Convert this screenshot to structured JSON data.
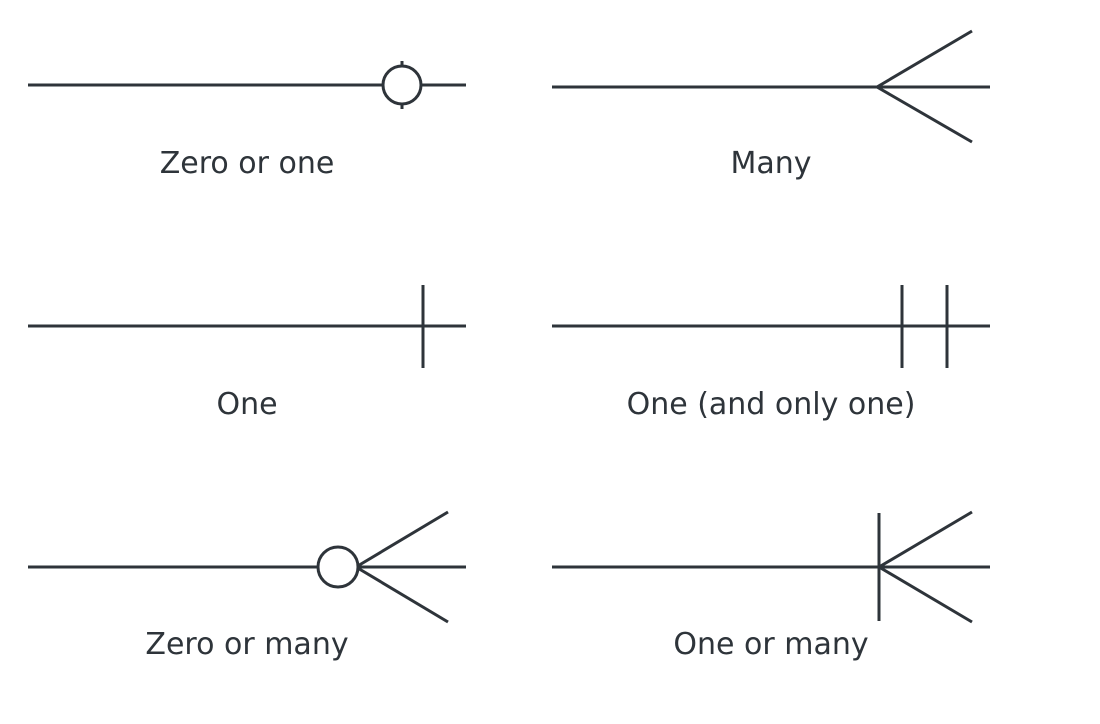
{
  "colors": {
    "ink": "#2e343a",
    "background": "#ffffff"
  },
  "notations": [
    {
      "key": "zero-or-one",
      "label": "Zero or one"
    },
    {
      "key": "many",
      "label": "Many"
    },
    {
      "key": "one",
      "label": "One"
    },
    {
      "key": "one-and-only-one",
      "label": "One (and only one)"
    },
    {
      "key": "zero-or-many",
      "label": "Zero or many"
    },
    {
      "key": "one-or-many",
      "label": "One or many"
    }
  ]
}
